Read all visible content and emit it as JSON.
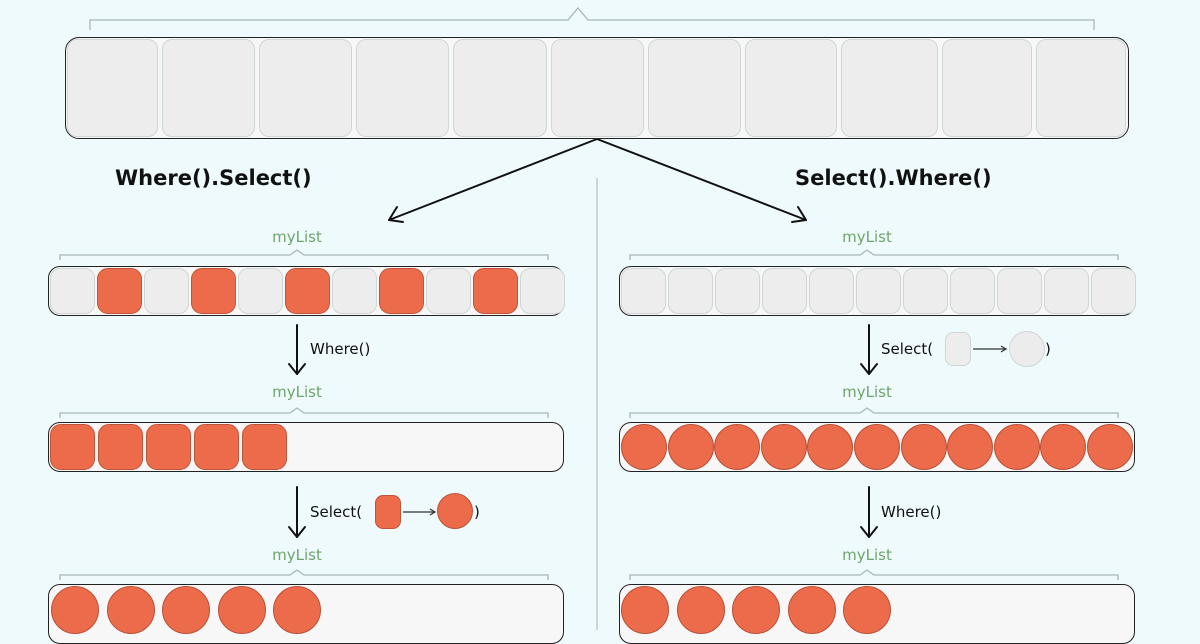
{
  "colors": {
    "background": "#eefafc",
    "selected_orange": "#ec6b4a",
    "neutral_gray": "#ededed",
    "label_green": "#6fa56a"
  },
  "left": {
    "title": "Where().Select()",
    "list_label": "myList",
    "step1_op": "Where()",
    "step2_op_prefix": "Select(",
    "step2_op_suffix": ")"
  },
  "right": {
    "title": "Select().Where()",
    "list_label": "myList",
    "step1_op_prefix": "Select(",
    "step1_op_suffix": ")",
    "step2_op": "Where()"
  },
  "icons": [
    "down-arrow-icon",
    "right-arrow-icon"
  ]
}
